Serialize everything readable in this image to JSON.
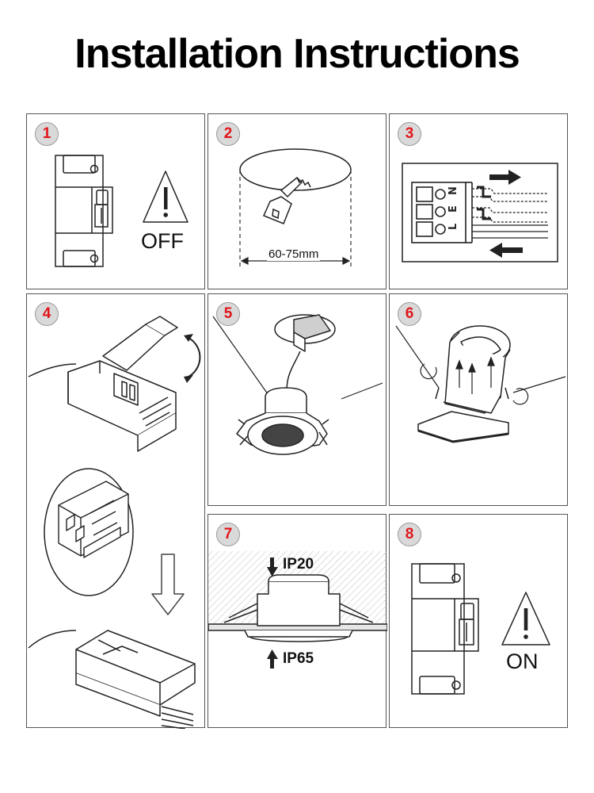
{
  "title": "Installation Instructions",
  "steps": [
    {
      "number": "1",
      "label": "OFF"
    },
    {
      "number": "2",
      "label": "60-75mm"
    },
    {
      "number": "3"
    },
    {
      "number": "4"
    },
    {
      "number": "5"
    },
    {
      "number": "6"
    },
    {
      "number": "7",
      "top_label": "IP20",
      "bottom_label": "IP65"
    },
    {
      "number": "8",
      "label": "ON"
    }
  ],
  "connector_terminals": [
    "N",
    "E",
    "L"
  ],
  "colors": {
    "badge_number": "#e0161b",
    "badge_fill": "#d9d9d9",
    "panel_border": "#555555",
    "line": "#222222"
  }
}
